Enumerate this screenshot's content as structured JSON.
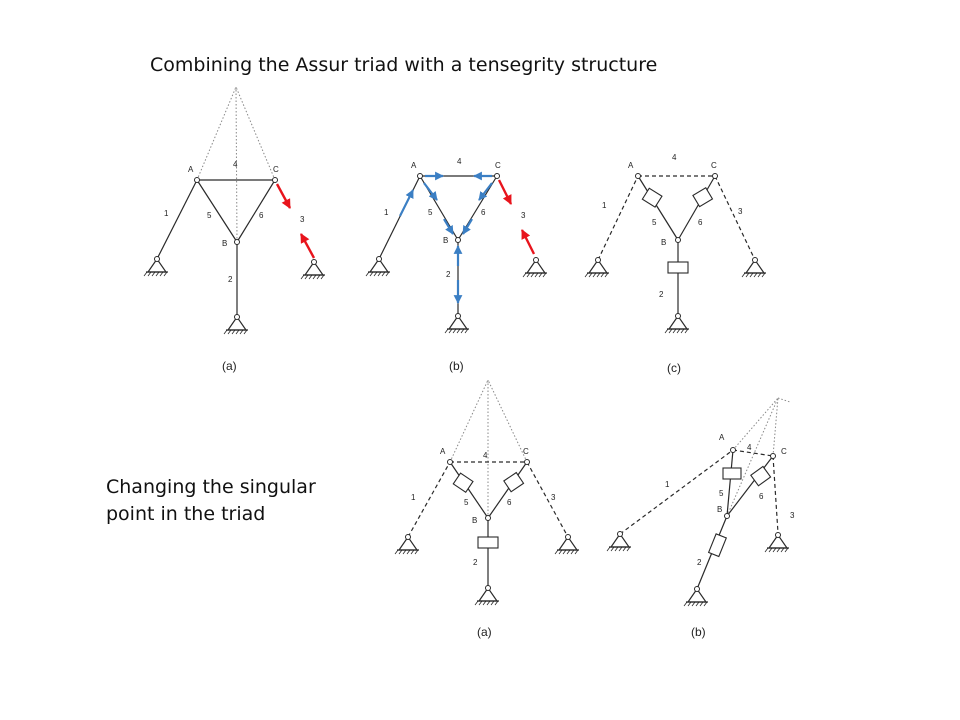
{
  "main_title": "Combining the Assur triad with a tensegrity structure",
  "side_note": {
    "line1": "Changing the singular",
    "line2": "point in the triad"
  },
  "colors": {
    "force_red": "#e8141c",
    "force_blue": "#3b7fc4",
    "line": "#2a2a2a"
  },
  "diagrams": {
    "a": {
      "A": "A",
      "B": "B",
      "C": "C",
      "l1": "1",
      "l2": "2",
      "l3": "3",
      "l4": "4",
      "l5": "5",
      "l6": "6",
      "caption": "(a)"
    },
    "b": {
      "A": "A",
      "B": "B",
      "C": "C",
      "l1": "1",
      "l2": "2",
      "l3": "3",
      "l4": "4",
      "l5": "5",
      "l6": "6",
      "caption": "(b)"
    },
    "c": {
      "A": "A",
      "B": "B",
      "C": "C",
      "l1": "1",
      "l2": "2",
      "l3": "3",
      "l4": "4",
      "l5": "5",
      "l6": "6",
      "caption": "(c)"
    },
    "a2": {
      "A": "A",
      "B": "B",
      "C": "C",
      "l1": "1",
      "l2": "2",
      "l3": "3",
      "l4": "4",
      "l5": "5",
      "l6": "6",
      "caption": "(a)"
    },
    "b2": {
      "A": "A",
      "B": "B",
      "C": "C",
      "l1": "1",
      "l2": "2",
      "l3": "3",
      "l4": "4",
      "l5": "5",
      "l6": "6",
      "caption": "(b)"
    }
  }
}
